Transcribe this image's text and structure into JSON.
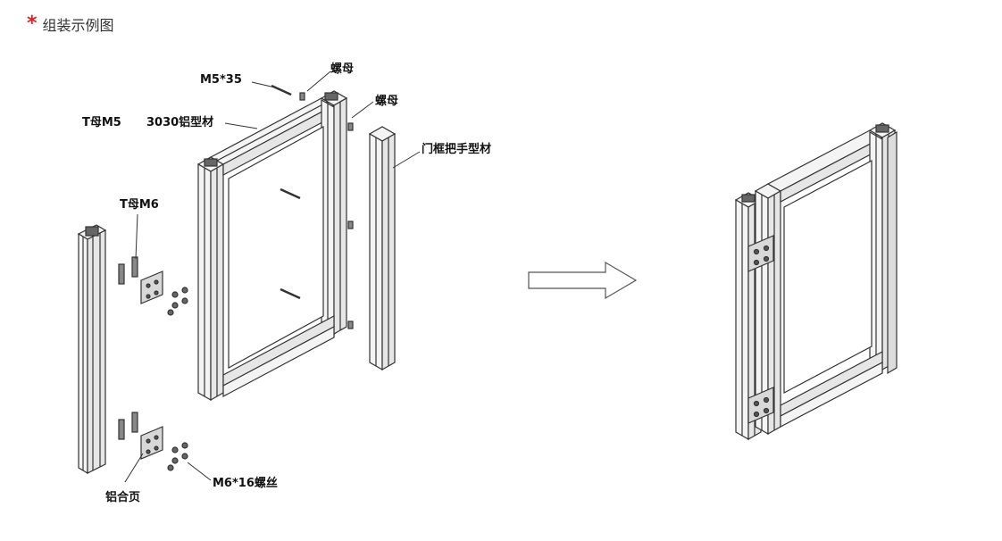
{
  "header": {
    "marker": "*",
    "marker_color": "#e02020",
    "title": "组装示例图"
  },
  "labels": {
    "screw_m5": "M5*35",
    "nut_top": "螺母",
    "nut_side": "螺母",
    "tnut_m5": "T母M5",
    "profile_3030": "3030铝型材",
    "handle_profile": "门框把手型材",
    "tnut_m6": "T母M6",
    "hinge": "铝合页",
    "screw_m6": "M6*16螺丝"
  },
  "icons": {
    "arrow": "right-arrow-icon"
  },
  "colors": {
    "line": "#333333",
    "fill": "#f2f2f2",
    "dark": "#555555"
  }
}
